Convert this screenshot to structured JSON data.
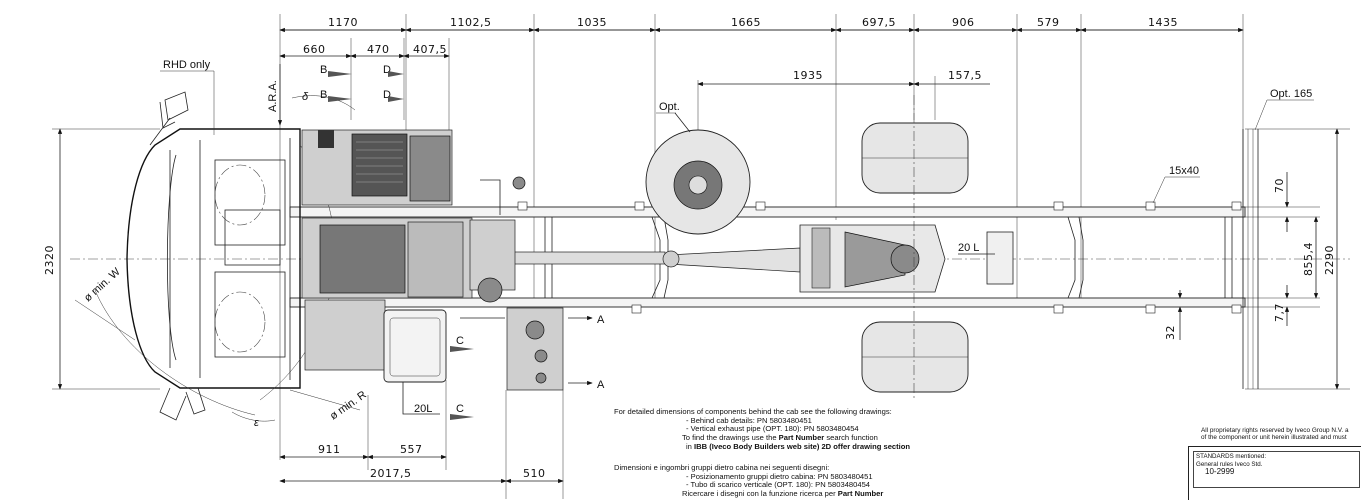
{
  "dimensions": {
    "top_row": [
      "1170",
      "1102,5",
      "1035",
      "1665",
      "697,5",
      "906",
      "579",
      "1435"
    ],
    "second_row": [
      "660",
      "470",
      "407,5"
    ],
    "wheelbase": "1935",
    "rear_offset": "157,5",
    "overall_width": "2320",
    "frame_width": "2290",
    "frame_inner": "855,4",
    "right_70": "70",
    "right_7_7": "7,7",
    "bottom_32": "32",
    "bottom_911": "911",
    "bottom_557": "557",
    "bottom_2017_5": "2017,5",
    "bottom_510": "510"
  },
  "labels": {
    "rhd_only": "RHD only",
    "ara": "A.R.A.",
    "delta": "δ",
    "epsilon": "ε",
    "min_w": "ø min. W",
    "min_r": "ø min. R",
    "b": "B",
    "d": "D",
    "c": "C",
    "a": "A",
    "opt": "Opt.",
    "opt_165": "Opt. 165",
    "hole": "15x40",
    "tank_20l_right": "20 L",
    "tank_20l_bottom": "20L"
  },
  "notes": {
    "en": {
      "intro": "For detailed dimensions of components behind the cab see the following drawings:",
      "item1": "- Behind cab details: PN 5803480451",
      "item2": "- Vertical exhaust pipe (OPT. 180): PN 5803480454",
      "find_pre": "To find the drawings use the ",
      "find_bold": "Part Number",
      "find_post": " search function",
      "source_pre": "in ",
      "source_bold": "IBB (Iveco Body Builders web site) 2D offer drawing section"
    },
    "it": {
      "intro": "Dimensioni e ingombri gruppi dietro cabina nei seguenti disegni:",
      "item1": "- Posizionamento gruppi dietro cabina: PN 5803480451",
      "item2": "- Tubo di scarico verticale  (OPT. 180): PN 5803480454",
      "find_pre": "Ricercare i disegni con la funzione ricerca per ",
      "find_bold": "Part Number"
    }
  },
  "titleblock": {
    "rights_line1": "All proprietary rights reserved by Iveco Group N.V. a",
    "rights_line2": "of the component or unit herein illustrated and must",
    "standards_label": "STANDARDS mentioned:",
    "general_rules": "General rules Iveco Std.",
    "std_number": "10-2999"
  }
}
